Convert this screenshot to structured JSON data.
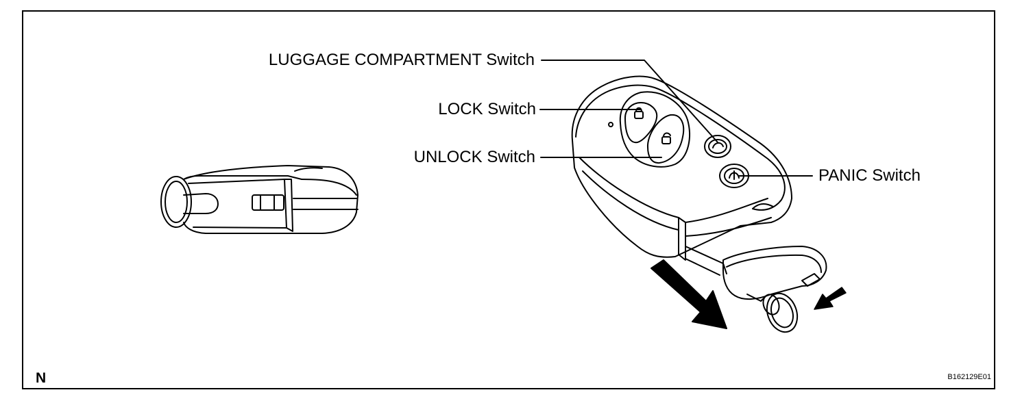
{
  "callouts": {
    "luggage": "LUGGAGE COMPARTMENT Switch",
    "lock": "LOCK Switch",
    "unlock": "UNLOCK Switch",
    "panic": "PANIC Switch"
  },
  "footer": {
    "left_mark": "N",
    "figure_code": "B162129E01"
  },
  "icons": [
    "key-fob-side-view",
    "key-fob-top-view",
    "pull-direction-arrow",
    "small-direction-arrow",
    "key-ring"
  ]
}
